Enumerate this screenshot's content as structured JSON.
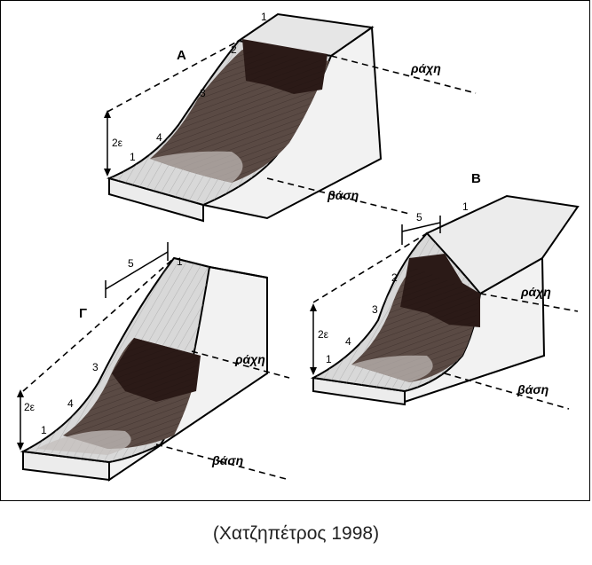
{
  "figure": {
    "blocks": [
      {
        "id": "A",
        "letter": "Α",
        "numbers": [
          "1",
          "2",
          "3",
          "4",
          "1"
        ],
        "height_label": "2ε",
        "ridge_label": "ράχη",
        "base_label": "βάση"
      },
      {
        "id": "B",
        "letter": "Β",
        "numbers": [
          "1",
          "2",
          "3",
          "4",
          "1"
        ],
        "width_label": "5",
        "height_label": "2ε",
        "ridge_label": "ράχη",
        "base_label": "βάση"
      },
      {
        "id": "G",
        "letter": "Γ",
        "numbers": [
          "1",
          "3",
          "4",
          "1"
        ],
        "width_label": "5",
        "height_label": "2ε",
        "ridge_label": "ράχη",
        "base_label": "βάση"
      }
    ],
    "colors": {
      "dark_scar": "#2b1a17",
      "mid_slope": "#5a4a44",
      "light_face": "#dcdcdc",
      "outline": "#000000"
    }
  },
  "caption": "(Χατζηπέτρος 1998)"
}
